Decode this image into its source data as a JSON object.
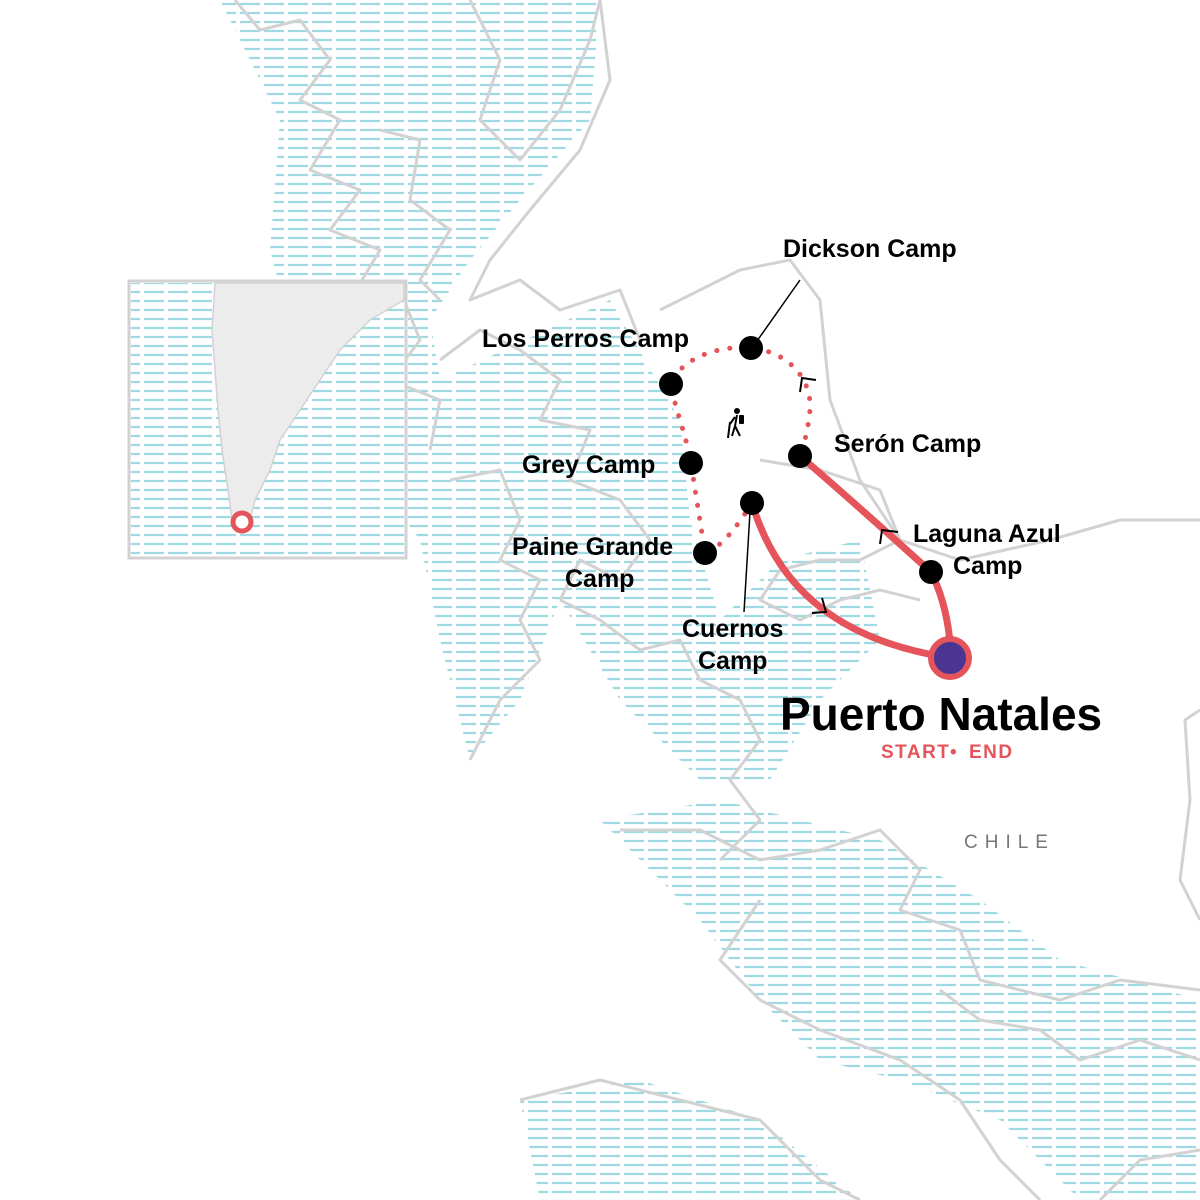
{
  "colors": {
    "route": "#e5545a",
    "water": "#9fd9e1",
    "coast": "#d2d2d2",
    "stop": "#000000",
    "start_end_fill": "#4b3593",
    "land_inset": "#ececec"
  },
  "map": {
    "country_label": "CHILE",
    "start_end": {
      "name": "Puerto Natales",
      "tag_start": "START",
      "tag_separator": "•",
      "tag_end": "END"
    },
    "stops": [
      {
        "name_line1": "Dickson Camp",
        "name_line2": ""
      },
      {
        "name_line1": "Los Perros Camp",
        "name_line2": ""
      },
      {
        "name_line1": "Serón Camp",
        "name_line2": ""
      },
      {
        "name_line1": "Grey Camp",
        "name_line2": ""
      },
      {
        "name_line1": "Laguna Azul",
        "name_line2": "Camp"
      },
      {
        "name_line1": "Paine Grande",
        "name_line2": "Camp"
      },
      {
        "name_line1": "Cuernos",
        "name_line2": "Camp"
      }
    ],
    "icons": {
      "activity": "hiker-icon",
      "direction": "arrow-chevron-icon"
    },
    "inset": {
      "description_marker": "location-ring-icon"
    }
  }
}
